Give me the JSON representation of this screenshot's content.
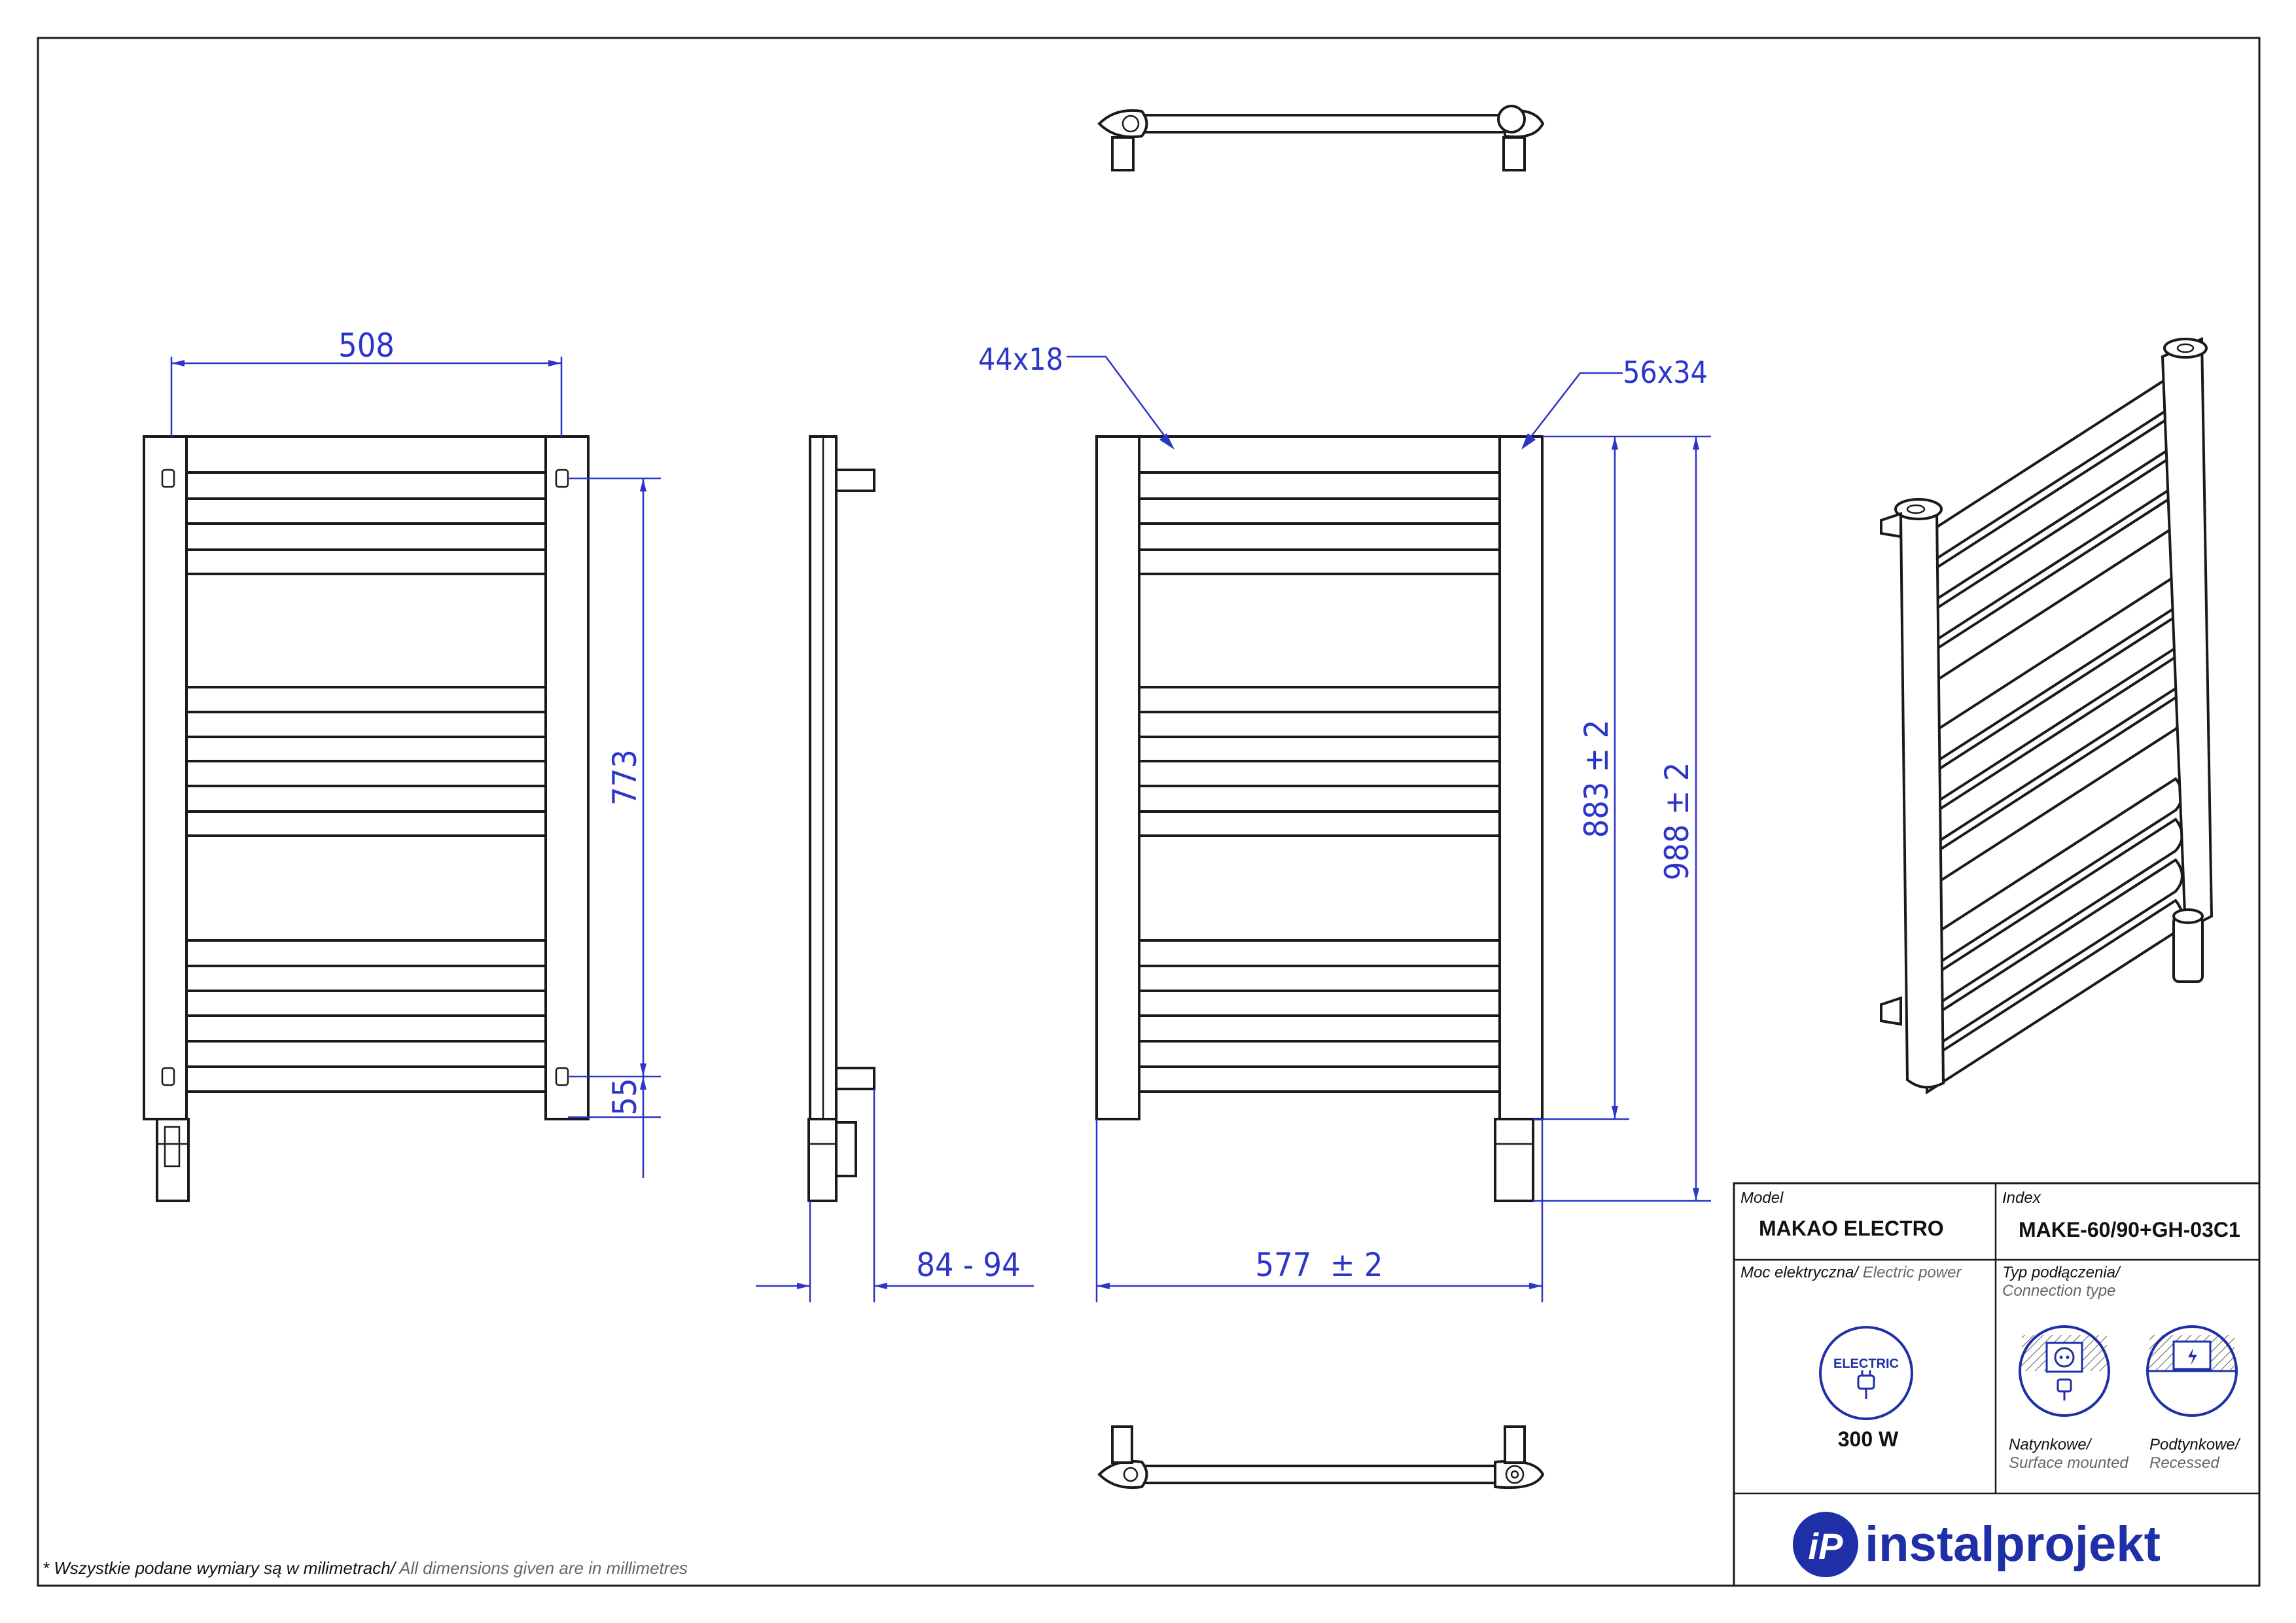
{
  "dimensions": {
    "front_width": "508",
    "front_height_between_mounts": "773",
    "front_bottom_offset": "55",
    "side_depth": "84 - 94",
    "profile_top": "44x18",
    "profile_side": "56x34",
    "rear_height": "883 ± 2",
    "total_height": "988 ± 2",
    "total_width": "577  ± 2"
  },
  "title_block": {
    "model_label": "Model",
    "model_value": "MAKAO ELECTRO",
    "index_label": "Index",
    "index_value": "MAKE-60/90+GH-03C1",
    "power_label_pl": "Moc elektryczna/",
    "power_label_en": " Electric power",
    "power_icon_text": "ELECTRIC",
    "power_value": "300 W",
    "connection_label_pl": "Typ podłączenia/",
    "connection_label_en": "Connection type",
    "surface_pl": "Natynkowe/",
    "surface_en": "Surface mounted",
    "recessed_pl": "Podtynkowe/",
    "recessed_en": "Recessed"
  },
  "brand": {
    "name": "instalprojekt",
    "logo_text": "iP",
    "color": "#1f2fa8"
  },
  "note": {
    "pl": "* Wszystkie podane wymiary są w milimetrach/",
    "en": " All dimensions given are in millimetres"
  },
  "colors": {
    "dimension": "#2b35c8",
    "outline": "#1a1a1a"
  }
}
